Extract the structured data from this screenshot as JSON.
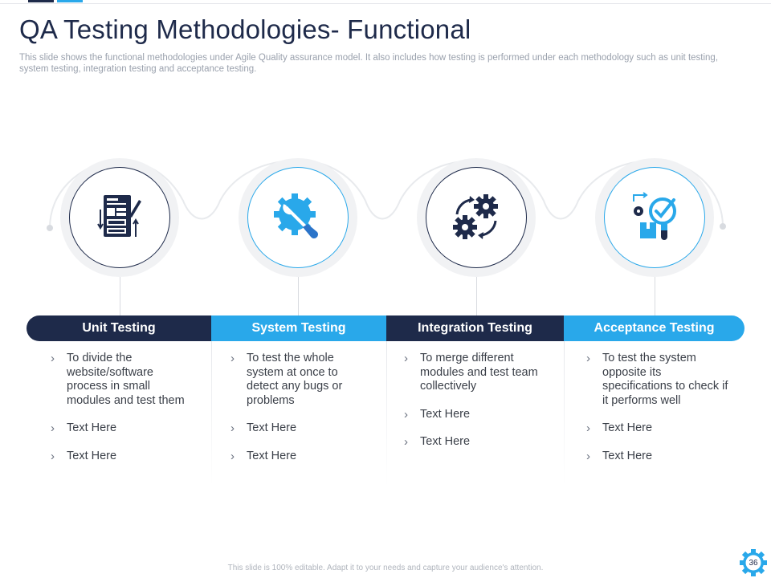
{
  "slide": {
    "title": "QA Testing Methodologies- Functional",
    "subtitle": "This slide shows the functional methodologies under Agile Quality assurance model. It also includes how testing is performed under each methodology such as  unit testing, system testing, integration testing and acceptance testing.",
    "footer": "This slide is 100% editable.  Adapt it to your needs and capture your audience's attention.",
    "page_number": "36"
  },
  "colors": {
    "navy": "#1e2a4a",
    "blue": "#29a8ea",
    "blue_dark": "#2b74c9"
  },
  "methodologies": [
    {
      "label": "Unit Testing",
      "icon": "document-layout-icon",
      "points": [
        "To divide  the website/software process in small modules and test them",
        "Text Here",
        "Text Here"
      ]
    },
    {
      "label": "System Testing",
      "icon": "gear-wrench-icon",
      "points": [
        "To  test the whole system at once to detect any bugs or problems",
        "Text Here",
        "Text Here"
      ]
    },
    {
      "label": "Integration Testing",
      "icon": "gears-cycle-icon",
      "points": [
        "To merge different modules and test team collectively",
        "Text Here",
        "Text Here"
      ]
    },
    {
      "label": "Acceptance Testing",
      "icon": "acceptance-check-icon",
      "points": [
        "To  test the system opposite its specifications to check if it performs well",
        "Text Here",
        "Text Here"
      ]
    }
  ]
}
